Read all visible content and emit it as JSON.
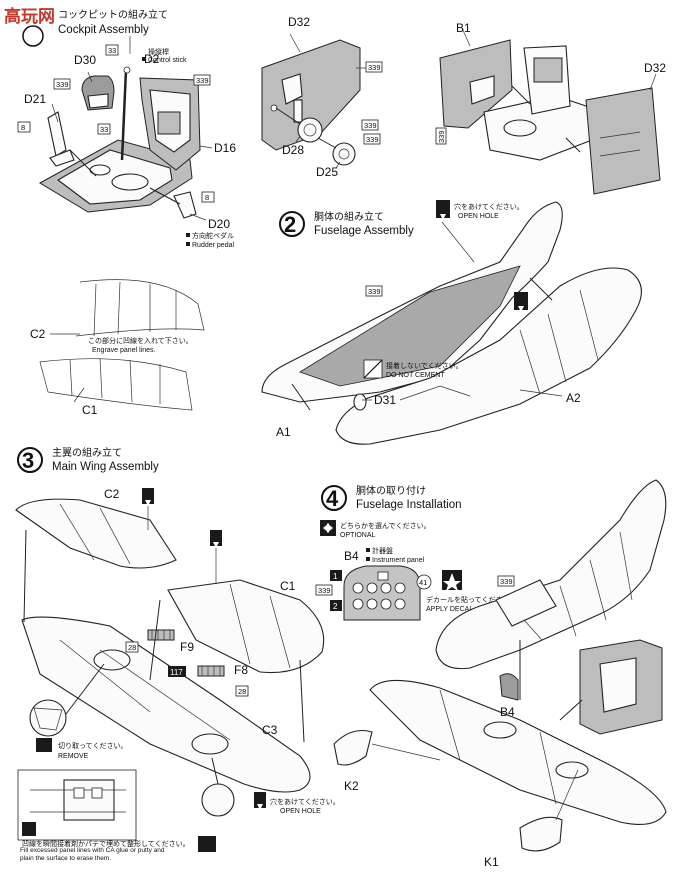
{
  "watermark": "高玩网",
  "steps": {
    "cockpit": {
      "title_jp": "コックピットの組み立て",
      "title_en": "Cockpit Assembly",
      "parts": [
        "D30",
        "D2",
        "D21",
        "D16",
        "D20"
      ],
      "codes": [
        "33",
        "339",
        "339",
        "33",
        "8",
        "8"
      ],
      "control_stick_jp": "操縦桿",
      "control_stick_en": "Control stick",
      "rudder_pedal_jp": "方向舵ペダル",
      "rudder_pedal_en": "Rudder pedal"
    },
    "subassemblies": {
      "parts": [
        "D32",
        "D28",
        "D25",
        "B1",
        "D32"
      ],
      "codes": [
        "339",
        "339",
        "339"
      ]
    },
    "fuselage": {
      "number": "2",
      "title_jp": "胴体の組み立て",
      "title_en": "Fuselage Assembly",
      "open_hole_jp": "穴をあけてください。",
      "open_hole_en": "OPEN HOLE",
      "no_cement_jp": "接着しないでください。",
      "no_cement_en": "DO NOT CEMENT",
      "parts": [
        "A1",
        "D31",
        "A2"
      ],
      "codes": [
        "339"
      ]
    },
    "engrave": {
      "parts": [
        "C2",
        "C1"
      ],
      "note_jp": "この部分に凹線を入れて下さい。",
      "note_en": "Engrave panel lines."
    },
    "main_wing": {
      "number": "3",
      "title_jp": "主翼の組み立て",
      "title_en": "Main Wing Assembly",
      "parts": [
        "C2",
        "C1",
        "F9",
        "F8",
        "C3"
      ],
      "codes": [
        "28",
        "117",
        "28"
      ],
      "remove_jp": "切り取ってください。",
      "remove_en": "REMOVE",
      "open_hole_jp": "穴をあけてください。",
      "open_hole_en": "OPEN HOLE",
      "fill_jp": "凹線を瞬間接着剤かパテで埋めて整形してください。",
      "fill_en": "Fill excessed panel lines with CA glue or putty and plain the surface to erase them."
    },
    "fuselage_installation": {
      "number": "4",
      "title_jp": "胴体の取り付け",
      "title_en": "Fuselage Installation",
      "optional_jp": "どちらかを選んでください。",
      "optional_en": "OPTIONAL",
      "instrument_part": "B4",
      "instrument_jp": "計器盤",
      "instrument_en": "Instrument panel",
      "decal_jp": "デカールを貼ってください。",
      "decal_en": "APPLY DECAL",
      "option_numbers": [
        "1",
        "2"
      ],
      "codes": [
        "339",
        "41",
        "339"
      ],
      "parts": [
        "B4",
        "K2",
        "K1"
      ]
    }
  }
}
